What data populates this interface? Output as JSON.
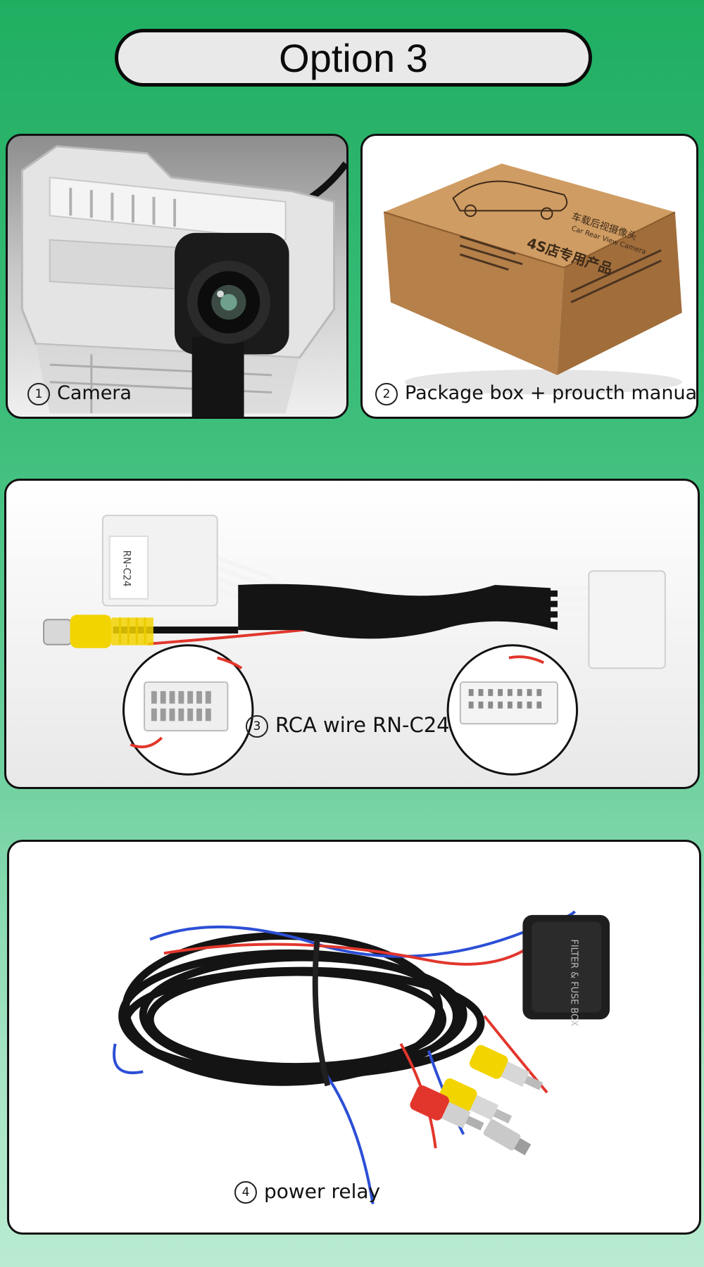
{
  "header": {
    "title": "Option 3"
  },
  "items": [
    {
      "number": "1",
      "label": "Camera",
      "icon": "camera-icon"
    },
    {
      "number": "2",
      "label": "Package box + proucth manual",
      "icon": "package-box-icon"
    },
    {
      "number": "3",
      "label": "RCA wire RN-C24",
      "icon": "rca-cable-icon"
    },
    {
      "number": "4",
      "label": "power relay",
      "icon": "power-relay-icon"
    }
  ],
  "product_text": {
    "box_top": "4S店专用产品",
    "box_title": "车载后视摄像头",
    "box_subtitle": "Car Rear View Camera",
    "connector_tag": "RN-C24",
    "relay_box": "FILTER & FUSE BOX"
  },
  "colors": {
    "background_top": "#1fae61",
    "background_bottom": "#b9ebd1",
    "panel_border": "#111111",
    "rca_yellow": "#f2d400",
    "rca_red": "#e2362c",
    "wire_blue": "#2c4fd6"
  }
}
